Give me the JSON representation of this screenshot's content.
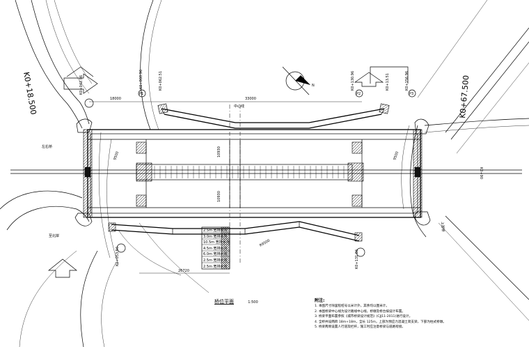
{
  "drawing": {
    "stations": {
      "k_left": "K0+18.500",
      "k_right": "K0+67.500"
    },
    "pier_labels": [
      "P1",
      "P2",
      "P3"
    ],
    "small_labels": {
      "top_left_1": "K0+042.96",
      "top_left_2": "K0+060.96",
      "top_left_3": "K0+062.51",
      "top_right_1": "K0+130.96",
      "top_right_2": "K0+13.51",
      "top_right_3": "K0+156.96",
      "bottom_left": "K0+053.56",
      "bottom_right": "K0+131.86",
      "dim_top_left": "18000",
      "dim_top_right": "33000",
      "dim_left_width": "9500",
      "dim_mid_1": "10930",
      "dim_mid_2": "10930",
      "dim_mid_3": "9500",
      "dim_bottom": "26720",
      "dim_bottom_radius": "R9500",
      "road_left": "左右桥",
      "road_right": "上游桥",
      "south_label": "至北岸",
      "center_label": "中心线",
      "far_right": "K0+90",
      "north": "N"
    },
    "legend": [
      "2.5m 宽排水沟",
      "3.0m 宽排水沟",
      "10.5m 宽排水沟",
      "4.5m 宽排水沟",
      "6.0m 宽排水沟",
      "2.5m 宽排水沟",
      "2.5m 宽排水沟"
    ]
  },
  "caption": {
    "title": "桥位平面",
    "scale": "1:500"
  },
  "notes": {
    "title": "附注:",
    "items": [
      "1. 本图尺寸除里程桩号以米计外，其余均以厘米计。",
      "2. 本图桥梁中心线为设计路线中心线，桥墩及桥台按设计布置。",
      "3. 桥梁平面布置参照《城市桥梁设计规范》(CJJ11-2011)进行设计。",
      "4. 全桥共设两跨 18m+18m，全长 125m，上部为预应力混凝土简支梁，下部为柱式桥墩。",
      "5. 桥梁两侧设置人行道及栏杆，施工时应注意桥梁与道路衔接。"
    ]
  }
}
